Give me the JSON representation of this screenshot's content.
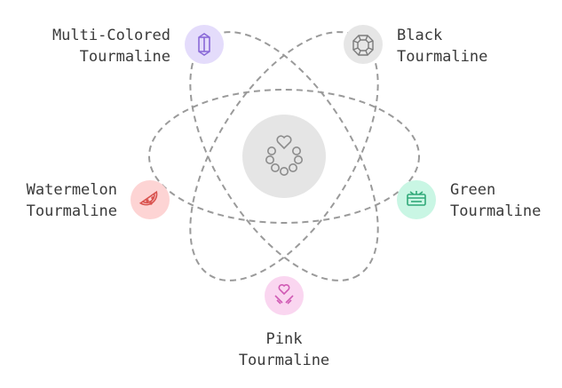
{
  "center": {
    "icon": "bracelet-icon"
  },
  "nodes": [
    {
      "key": "multi",
      "line1": "Multi-Colored",
      "line2": "Tourmaline",
      "icon": "crystal-icon",
      "fill": "#e4dcfb",
      "stroke": "#8a6ad8"
    },
    {
      "key": "black",
      "line1": "Black",
      "line2": "Tourmaline",
      "icon": "gem-icon",
      "fill": "#e6e6e6",
      "stroke": "#7a7a7a"
    },
    {
      "key": "watermelon",
      "line1": "Watermelon",
      "line2": "Tourmaline",
      "icon": "watermelon-slice-icon",
      "fill": "#fdd4d4",
      "stroke": "#d9534f"
    },
    {
      "key": "green",
      "line1": "Green",
      "line2": "Tourmaline",
      "icon": "tourmaline-bar-icon",
      "fill": "#c9f6e4",
      "stroke": "#2fa878"
    },
    {
      "key": "pink",
      "line1": "Pink",
      "line2": "Tourmaline",
      "icon": "heart-hands-icon",
      "fill": "#fad6f0",
      "stroke": "#d05ab4"
    }
  ],
  "colors": {
    "orbit": "#9a9a9a",
    "center_fill": "#e5e5e5",
    "center_icon": "#8c8c8c",
    "text": "#3a3a3a"
  }
}
